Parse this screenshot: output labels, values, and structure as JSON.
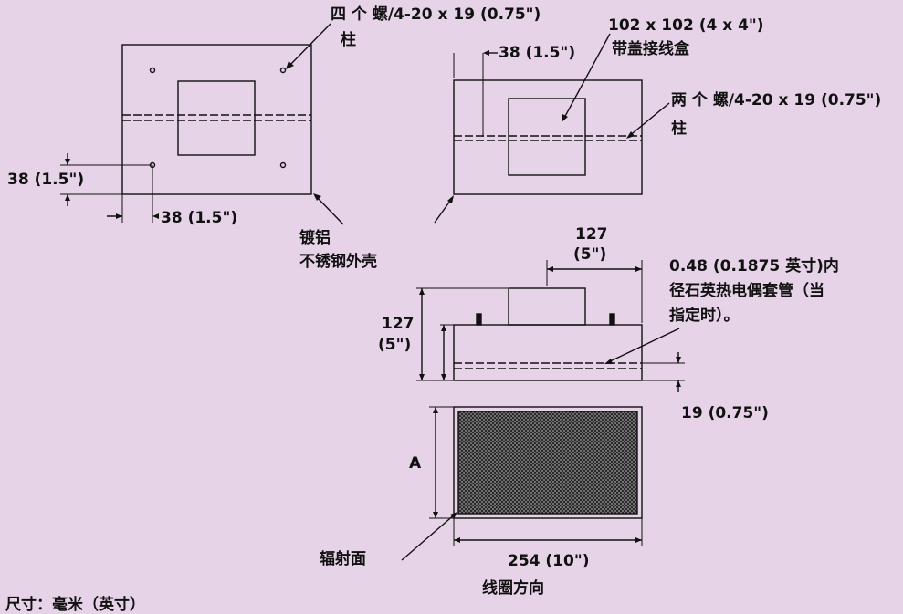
{
  "labels": {
    "four_studs": "四 个 螺/4-20 x 19 (0.75\")",
    "four_studs_line2": "柱",
    "dim38_left": "38 (1.5\")",
    "dim38_bottom": "38 (1.5\")",
    "dim38_top_right": "38 (1.5\")",
    "box_size": "102 x 102 (4 x 4\")",
    "box_desc": "带盖接线盒",
    "two_studs": "两 个 螺/4-20 x 19 (0.75\")",
    "two_studs_line2": "柱",
    "shell1": "镀铝",
    "shell2": "不锈钢外壳",
    "w127": "127",
    "w127_in": "(5\")",
    "h127": "127",
    "h127_in": "(5\")",
    "tube1": "0.48  (0.1875  英寸)内",
    "tube2": "径石英热电偶套管（当",
    "tube3": "指定时）。",
    "d19": "19 (0.75\")",
    "dimA": "A",
    "face": "辐射面",
    "w254": "254 (10\")",
    "coil": "线圈方向",
    "units": "尺寸：毫米（英寸）"
  },
  "colors": {
    "background": "#e6d3e8",
    "ink": "#111111"
  }
}
